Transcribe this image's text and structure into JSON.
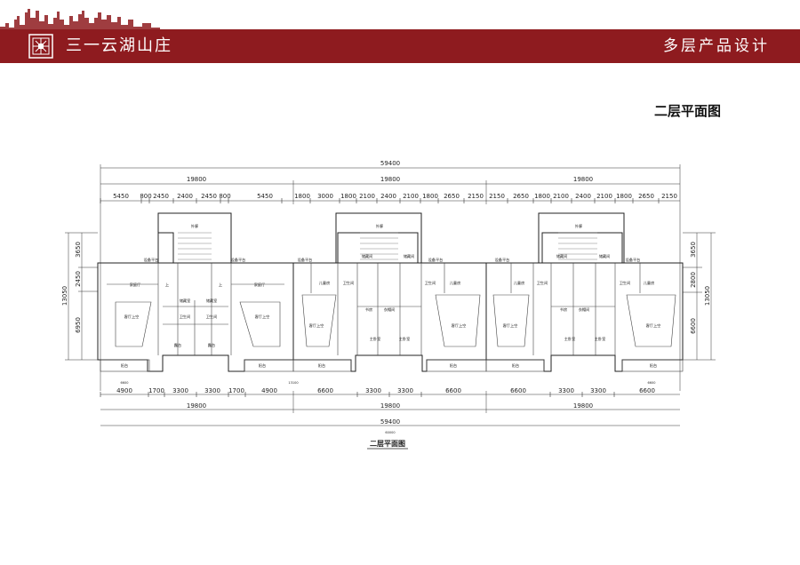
{
  "header": {
    "brand": "三一云湖山庄",
    "category": "多层产品设计",
    "colors": {
      "banner": "#8e1b1f",
      "skyline": "#8e1b1f"
    },
    "logo_icon": "lattice-logo-icon"
  },
  "plan_title": "二层平面图",
  "drawing": {
    "caption": "二层平面图",
    "top_dims": {
      "total": "59400",
      "thirds": [
        "19800",
        "19800",
        "19800"
      ],
      "segments": [
        "5450",
        "800",
        "2450",
        "2400",
        "2450",
        "800",
        "5450",
        "1800",
        "3000",
        "1800",
        "2100",
        "2400",
        "2100",
        "1800",
        "2650",
        "2150",
        "2150",
        "2650",
        "1800",
        "2100",
        "2400",
        "2100",
        "1800",
        "2650",
        "2150"
      ]
    },
    "bottom_dims": {
      "segments": [
        "4900",
        "1700",
        "3300",
        "3300",
        "1700",
        "4900",
        "6600",
        "3300",
        "3300",
        "6600",
        "6600",
        "3300",
        "3300",
        "6600"
      ],
      "thirds": [
        "19800",
        "19800",
        "19800"
      ],
      "total": "59400",
      "small_notes": [
        "6600",
        "13100",
        "6600",
        "60000"
      ]
    },
    "left_dims": {
      "overall": "13050",
      "parts": [
        "3650",
        "2450",
        "6950"
      ]
    },
    "right_dims": {
      "overall": "13050",
      "parts": [
        "3650",
        "2800",
        "6600"
      ]
    },
    "rooms": {
      "waiting": "外廊",
      "equip": "设备平台",
      "family": "家庭厅",
      "living_void": "客厅上空",
      "bath": "卫生间",
      "storage": "储藏室",
      "terrace": "露台",
      "balcony": "阳台",
      "child": "儿童房",
      "master": "主卧室",
      "cloak": "衣帽间",
      "study": "书房",
      "storage2": "储藏间",
      "up": "上"
    }
  }
}
